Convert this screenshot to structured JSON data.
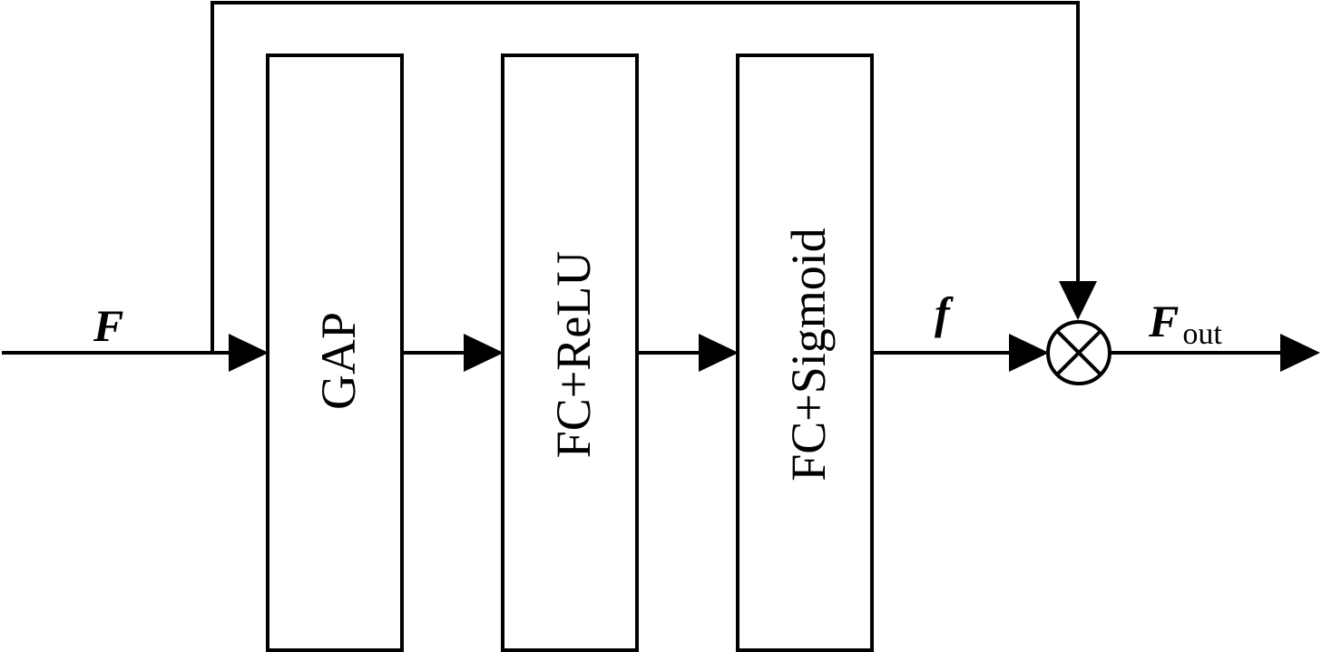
{
  "inputs": {
    "input_feature": "F",
    "attention_weights": "f",
    "output_main": "F",
    "output_sub": "out"
  },
  "blocks": [
    {
      "label": "GAP"
    },
    {
      "label": "FC+ReLU"
    },
    {
      "label": "FC+Sigmoid"
    }
  ]
}
